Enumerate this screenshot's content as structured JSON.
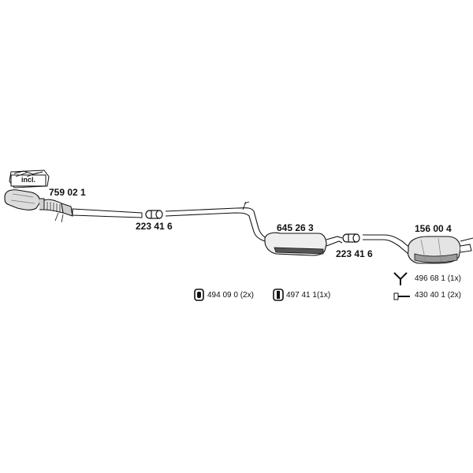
{
  "parts": {
    "catalyst": {
      "number": "759 02 1",
      "kit_label": "incl."
    },
    "clamp_front": {
      "number": "223 41 6"
    },
    "middle_silencer": {
      "number": "645 26 3"
    },
    "clamp_rear": {
      "number": "223 41 6"
    },
    "rear_silencer": {
      "number": "156 00 4"
    }
  },
  "accessories": [
    {
      "number": "494 09 0",
      "qty": "(2x)"
    },
    {
      "number": "497 41 1",
      "qty": "(1x)"
    },
    {
      "number": "496 68 1",
      "qty": "(1x)"
    },
    {
      "number": "430 40 1",
      "qty": "(2x)"
    }
  ],
  "colors": {
    "line": "#111111",
    "fill_light": "#e8e8e8",
    "fill_dark": "#555555"
  }
}
